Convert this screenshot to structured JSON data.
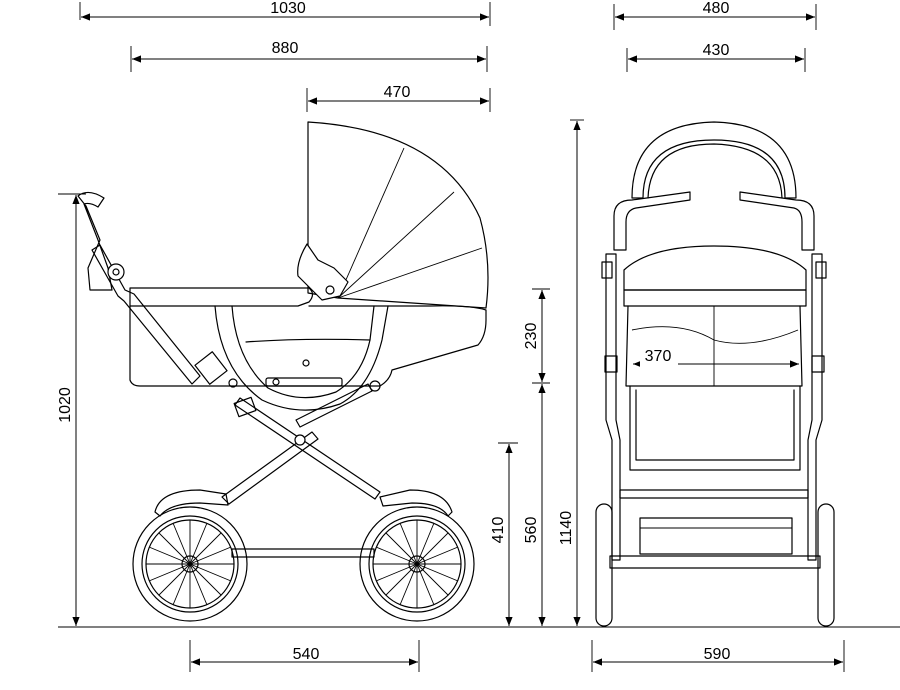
{
  "dimensions": {
    "side_total_length": "1030",
    "side_body_length": "880",
    "side_hood_length": "470",
    "side_handle_height": "1020",
    "side_wheelbase": "540",
    "front_total_width": "480",
    "front_body_width": "430",
    "front_total_height": "1140",
    "front_bed_height": "560",
    "front_frame_height": "410",
    "front_body_depth": "230",
    "front_inner_width": "370",
    "front_track_width": "590"
  }
}
